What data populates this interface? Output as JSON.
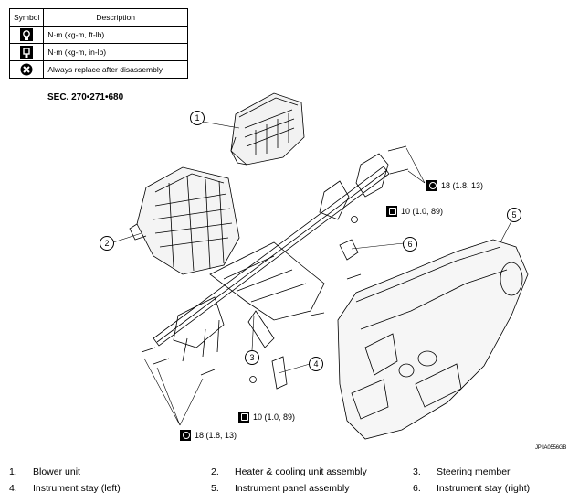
{
  "legend": {
    "header_symbol": "Symbol",
    "header_description": "Description",
    "rows": [
      {
        "icon": "torque-wrench-icon",
        "description": "N·m (kg-m, ft-lb)"
      },
      {
        "icon": "torque-wrench-small-icon",
        "description": "N·m (kg-m, in-lb)"
      },
      {
        "icon": "replace-icon",
        "description": "Always replace after disassembly."
      }
    ]
  },
  "section": "SEC. 270•271•680",
  "callouts": [
    "1",
    "2",
    "3",
    "4",
    "5",
    "6"
  ],
  "torques": {
    "top": "18 (1.8, 13)",
    "mid": "10 (1.0, 89)",
    "lower": "10 (1.0, 89)",
    "bottom": "18 (1.8, 13)"
  },
  "figure_id": "JPIIA0556GB",
  "parts": [
    {
      "num": "1.",
      "name": "Blower unit"
    },
    {
      "num": "2.",
      "name": "Heater & cooling unit assembly"
    },
    {
      "num": "3.",
      "name": "Steering member"
    },
    {
      "num": "4.",
      "name": "Instrument stay (left)"
    },
    {
      "num": "5.",
      "name": "Instrument panel assembly"
    },
    {
      "num": "6.",
      "name": "Instrument stay (right)"
    }
  ]
}
